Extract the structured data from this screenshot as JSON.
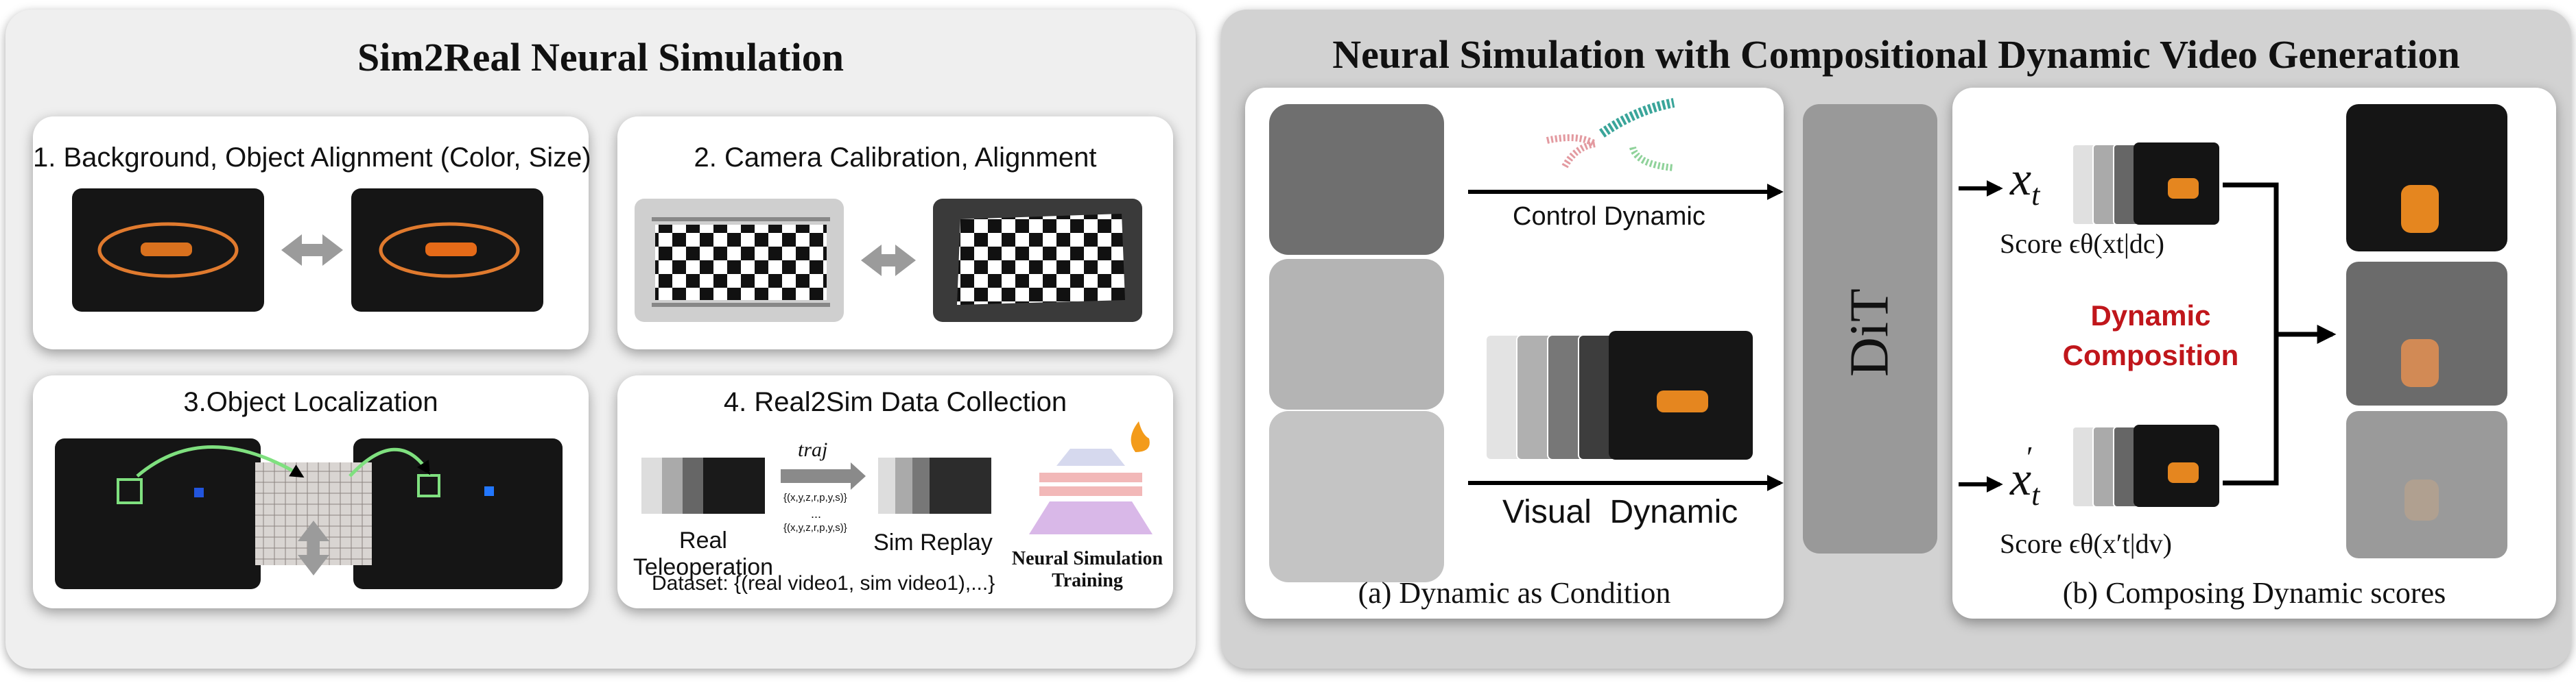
{
  "left_panel": {
    "title": "Sim2Real Neural Simulation",
    "cards": [
      {
        "title": "1. Background, Object Alignment (Color, Size)"
      },
      {
        "title": "2. Camera Calibration, Alignment"
      },
      {
        "title": "3.Object Localization"
      },
      {
        "title": "4. Real2Sim Data Collection"
      }
    ],
    "real2sim": {
      "traj_label": "traj",
      "traj_seq_top": "{(x,y,z,r,p,y,s)}",
      "traj_ellipsis": "...",
      "traj_seq_bottom": "{(x,y,z,r,p,y,s)}",
      "real_label_1": "Real",
      "real_label_2": "Teleoperation",
      "sim_label": "Sim Replay",
      "dataset_label": "Dataset: {(real video1, sim video1),...}",
      "training_label_1": "Neural Simulation",
      "training_label_2": "Training"
    }
  },
  "right_panel": {
    "title": "Neural Simulation with Compositional Dynamic Video Generation",
    "control_label": "Control Dynamic",
    "visual_label": "Visual  Dynamic",
    "caption_a": "(a) Dynamic as Condition",
    "dit_label": "DiT",
    "xt_label": "x",
    "xt_sub": "t",
    "xt_prime_sub": "t",
    "score_top": "Score ϵθ(xt|dc)",
    "score_bottom": "Score ϵθ(x′t|dv)",
    "composition_line1": "Dynamic",
    "composition_line2": "Composition",
    "caption_b": "(b) Composing Dynamic scores",
    "accent_color": "#c0161b"
  }
}
